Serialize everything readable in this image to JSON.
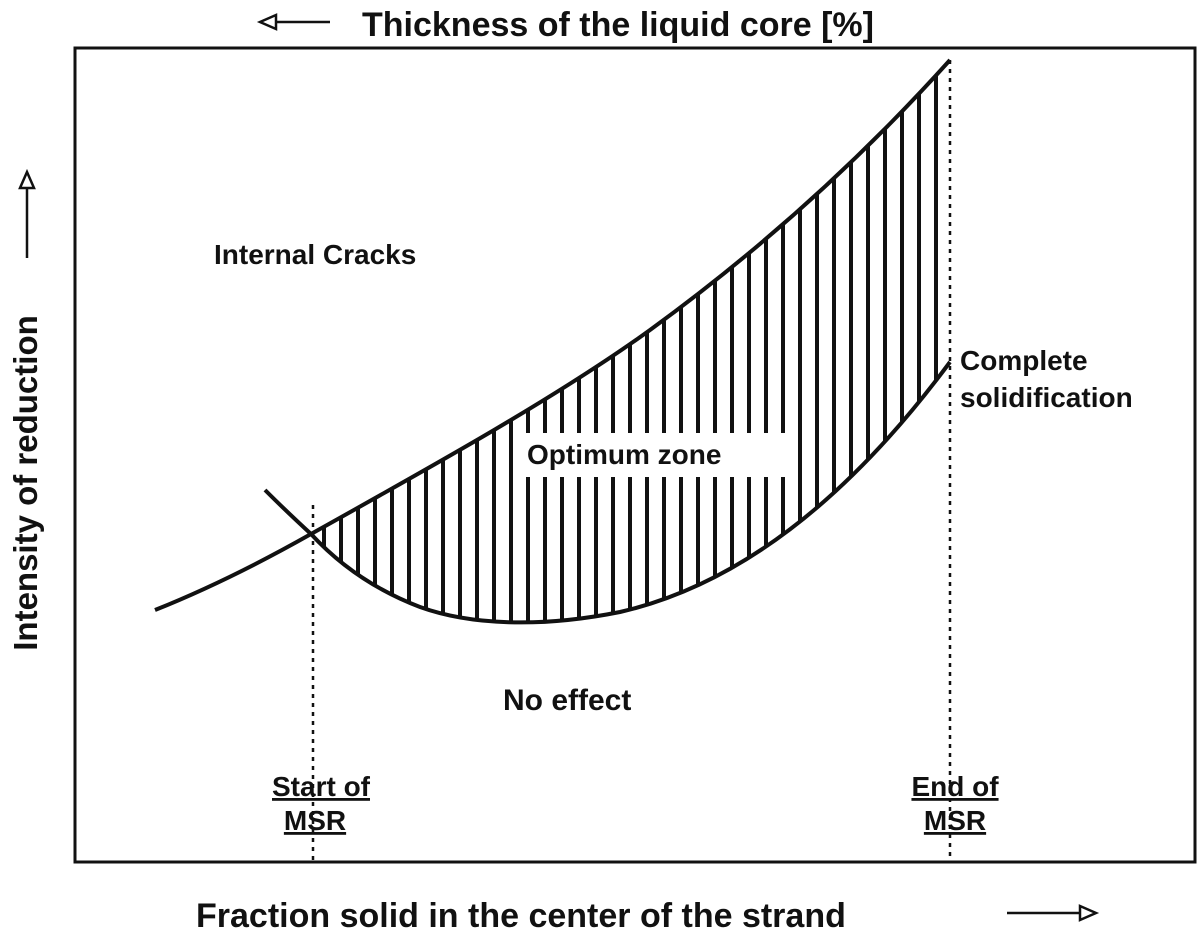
{
  "diagram": {
    "top_axis_label": "Thickness of the liquid core [%]",
    "bottom_axis_label": "Fraction solid in the center of the strand",
    "left_axis_label": "Intensity of reduction",
    "regions": {
      "internal_cracks": "Internal Cracks",
      "optimum_zone": "Optimum zone",
      "no_effect": "No effect"
    },
    "complete_solidification": [
      "Complete",
      "solidification"
    ],
    "start_msr": [
      "Start of",
      "MSR"
    ],
    "end_msr": [
      "End of",
      "MSR"
    ]
  },
  "colors": {
    "ink": "#111111",
    "background": "#ffffff"
  }
}
